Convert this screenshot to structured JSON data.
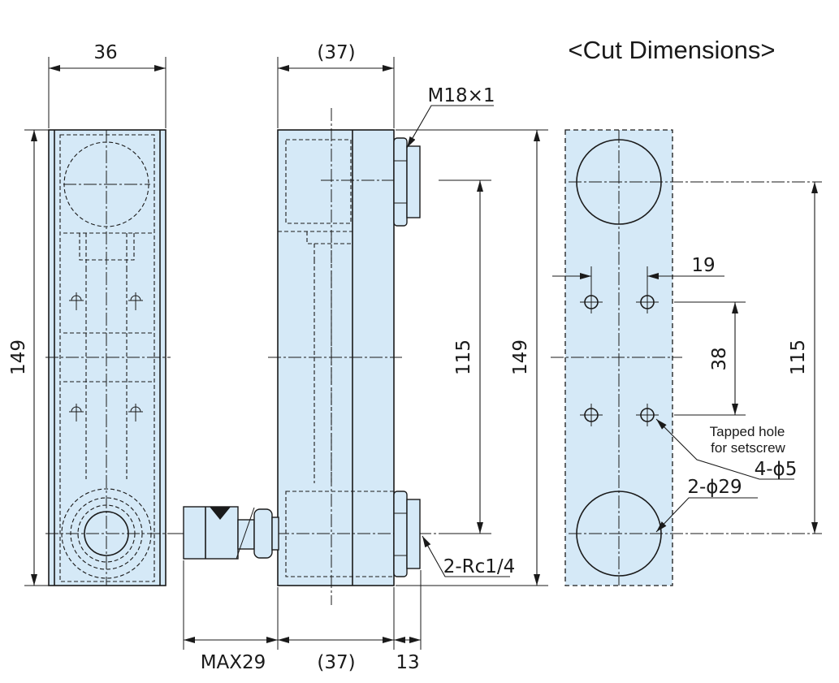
{
  "title": "<Cut Dimensions>",
  "colors": {
    "body_fill": "#d5e9f7",
    "line": "#1a1a1a"
  },
  "views": {
    "front": {
      "width_label": "36",
      "height_label": "149"
    },
    "side": {
      "width_top_label": "(37)",
      "thread_label": "M18×1",
      "pitch_label": "115",
      "height_label": "149",
      "port_label": "2-Rc1/4",
      "max_label": "MAX29",
      "width_bottom_label": "(37)",
      "nut_label": "13"
    },
    "cut": {
      "hole_spacing_label": "19",
      "vertical_spacing_label": "38",
      "pitch_label": "115",
      "setscrew_note_line1": "Tapped hole",
      "setscrew_note_line2": "for setscrew",
      "setscrew_spec": "4-ϕ5",
      "large_hole_spec": "2-ϕ29"
    }
  }
}
